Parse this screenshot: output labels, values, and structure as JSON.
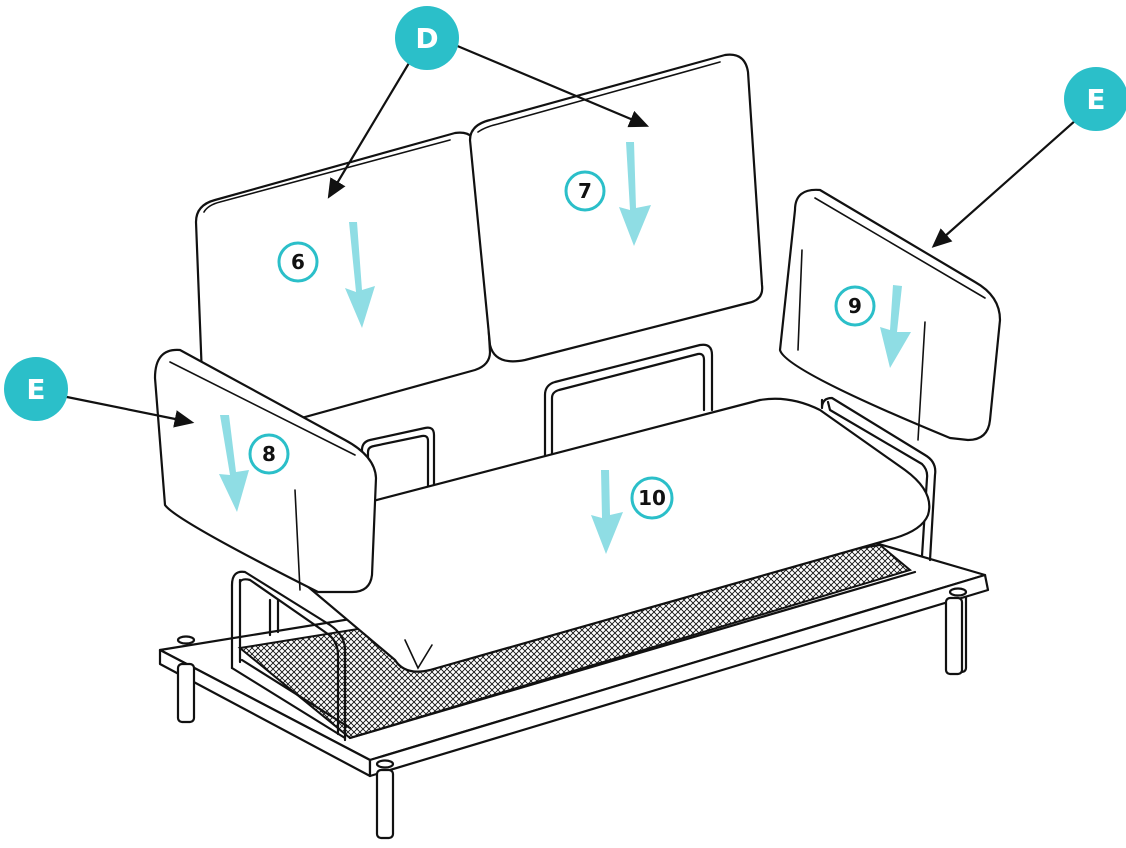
{
  "colors": {
    "accent": "#2bbfc9",
    "arrow": "#8fdde4",
    "line": "#111111"
  },
  "callouts": [
    {
      "id": "D",
      "label": "D"
    },
    {
      "id": "E_right",
      "label": "E"
    },
    {
      "id": "E_left",
      "label": "E"
    }
  ],
  "steps": [
    {
      "label": "6"
    },
    {
      "label": "7"
    },
    {
      "label": "8"
    },
    {
      "label": "9"
    },
    {
      "label": "10"
    }
  ]
}
